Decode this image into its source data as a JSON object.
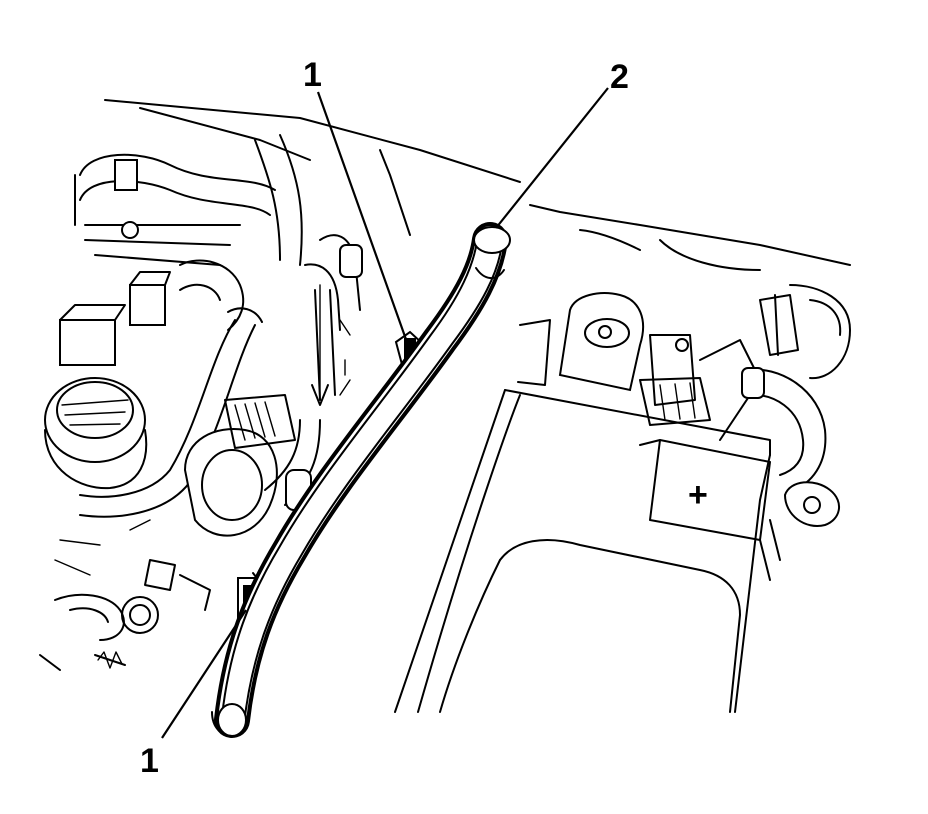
{
  "callouts": [
    {
      "id": "callout-1-top",
      "label": "1"
    },
    {
      "id": "callout-2",
      "label": "2"
    },
    {
      "id": "callout-1-bottom",
      "label": "1"
    }
  ],
  "battery": {
    "terminal_symbol": "+"
  }
}
